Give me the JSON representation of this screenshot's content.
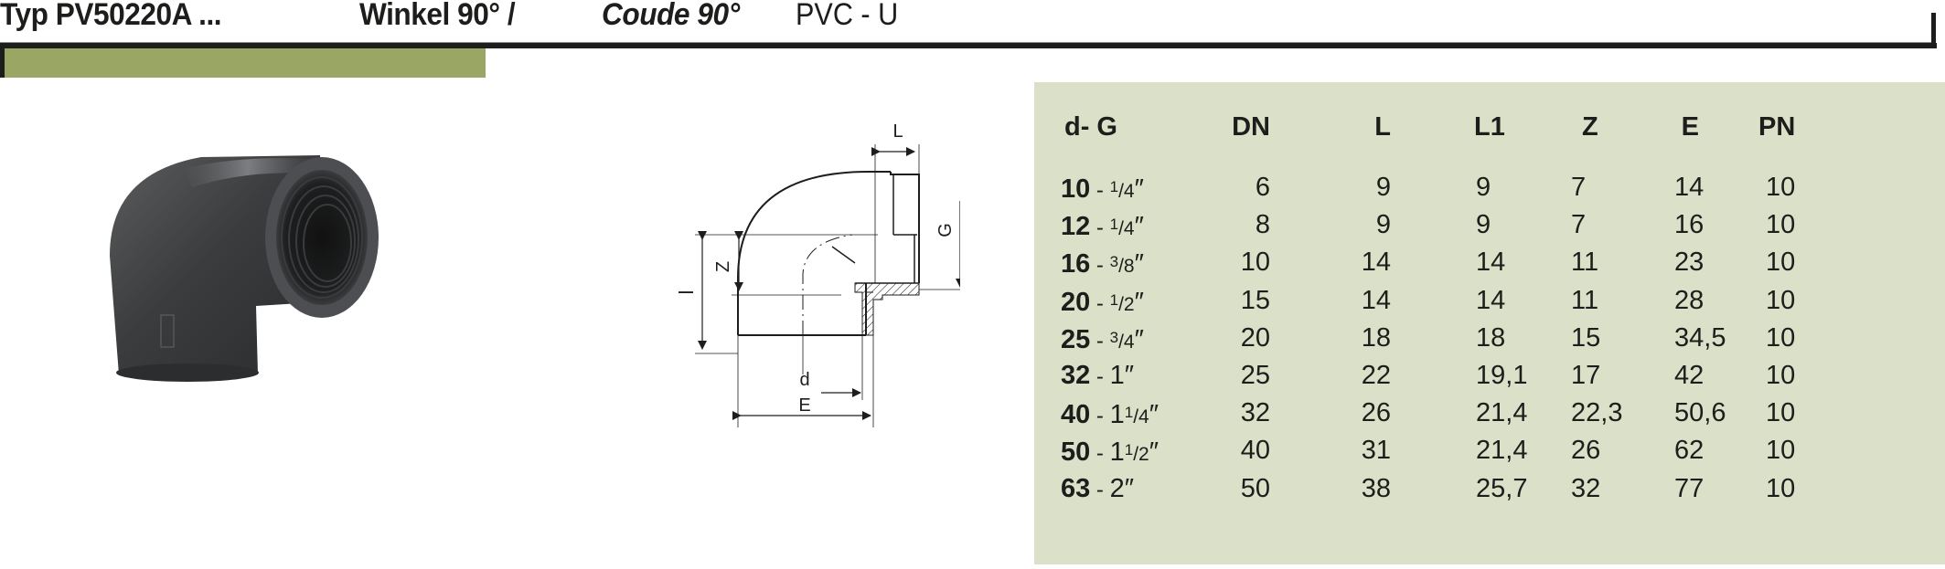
{
  "header": {
    "type_label": "Typ PV50220A ...",
    "title_de": "Winkel 90° /",
    "title_fr": "Coude 90°",
    "material": "PVC - U"
  },
  "colors": {
    "accent_bar": "#9aa663",
    "table_panel": "#dbe0c8",
    "rule": "#1d1d1b"
  },
  "diagram": {
    "labels": {
      "L": "L",
      "G": "G",
      "Z": "Z",
      "l": "l",
      "d": "d",
      "E": "E"
    }
  },
  "table": {
    "columns": [
      "d- G",
      "DN",
      "L",
      "L1",
      "Z",
      "E",
      "PN"
    ],
    "rows": [
      {
        "d": "10",
        "g_whole": "",
        "g_num": "1",
        "g_den": "4",
        "dn": "6",
        "l": "9",
        "l1": "9",
        "z": "7",
        "e": "14",
        "pn": "10"
      },
      {
        "d": "12",
        "g_whole": "",
        "g_num": "1",
        "g_den": "4",
        "dn": "8",
        "l": "9",
        "l1": "9",
        "z": "7",
        "e": "16",
        "pn": "10"
      },
      {
        "d": "16",
        "g_whole": "",
        "g_num": "3",
        "g_den": "8",
        "dn": "10",
        "l": "14",
        "l1": "14",
        "z": "11",
        "e": "23",
        "pn": "10"
      },
      {
        "d": "20",
        "g_whole": "",
        "g_num": "1",
        "g_den": "2",
        "dn": "15",
        "l": "14",
        "l1": "14",
        "z": "11",
        "e": "28",
        "pn": "10"
      },
      {
        "d": "25",
        "g_whole": "",
        "g_num": "3",
        "g_den": "4",
        "dn": "20",
        "l": "18",
        "l1": "18",
        "z": "15",
        "e": "34,5",
        "pn": "10"
      },
      {
        "d": "32",
        "g_whole": "1",
        "g_num": "",
        "g_den": "",
        "dn": "25",
        "l": "22",
        "l1": "19,1",
        "z": "17",
        "e": "42",
        "pn": "10"
      },
      {
        "d": "40",
        "g_whole": "1",
        "g_num": "1",
        "g_den": "4",
        "dn": "32",
        "l": "26",
        "l1": "21,4",
        "z": "22,3",
        "e": "50,6",
        "pn": "10"
      },
      {
        "d": "50",
        "g_whole": "1",
        "g_num": "1",
        "g_den": "2",
        "dn": "40",
        "l": "31",
        "l1": "21,4",
        "z": "26",
        "e": "62",
        "pn": "10"
      },
      {
        "d": "63",
        "g_whole": "2",
        "g_num": "",
        "g_den": "",
        "dn": "50",
        "l": "38",
        "l1": "25,7",
        "z": "32",
        "e": "77",
        "pn": "10"
      }
    ],
    "sep": " - ",
    "inch": "″"
  }
}
